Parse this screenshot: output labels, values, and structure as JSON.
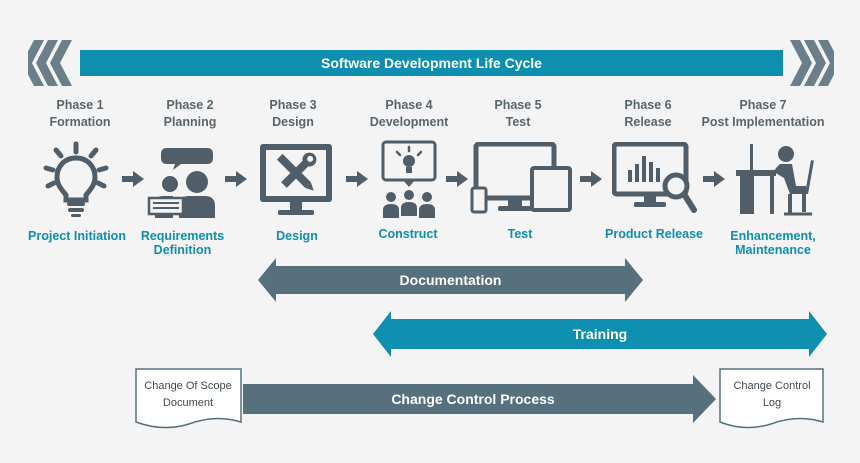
{
  "title": "Software Development Life Cycle",
  "phases": [
    {
      "phase": "Phase 1",
      "name": "Formation",
      "caption": "Project Initiation",
      "icon": "lightbulb-icon"
    },
    {
      "phase": "Phase 2",
      "name": "Planning",
      "caption": "Requirements Definition",
      "icon": "meeting-icon"
    },
    {
      "phase": "Phase 3",
      "name": "Design",
      "caption": "Design",
      "icon": "design-tools-icon"
    },
    {
      "phase": "Phase 4",
      "name": "Development",
      "caption": "Construct",
      "icon": "team-idea-icon"
    },
    {
      "phase": "Phase 5",
      "name": "Test",
      "caption": "Test",
      "icon": "devices-icon"
    },
    {
      "phase": "Phase 6",
      "name": "Release",
      "caption": "Product Release",
      "icon": "analytics-search-icon"
    },
    {
      "phase": "Phase 7",
      "name": "Post Implementation",
      "caption": "Enhancement, Maintenance",
      "icon": "workstation-icon"
    }
  ],
  "bands": {
    "documentation": "Documentation",
    "training": "Training",
    "change_control": "Change Control Process"
  },
  "documents": {
    "left": "Change Of Scope Document",
    "right": "Change Control Log"
  },
  "colors": {
    "accent": "#0e8fb0",
    "slate": "#56707e",
    "icon": "#4f5e68",
    "chevron": "#6b7f8a"
  }
}
